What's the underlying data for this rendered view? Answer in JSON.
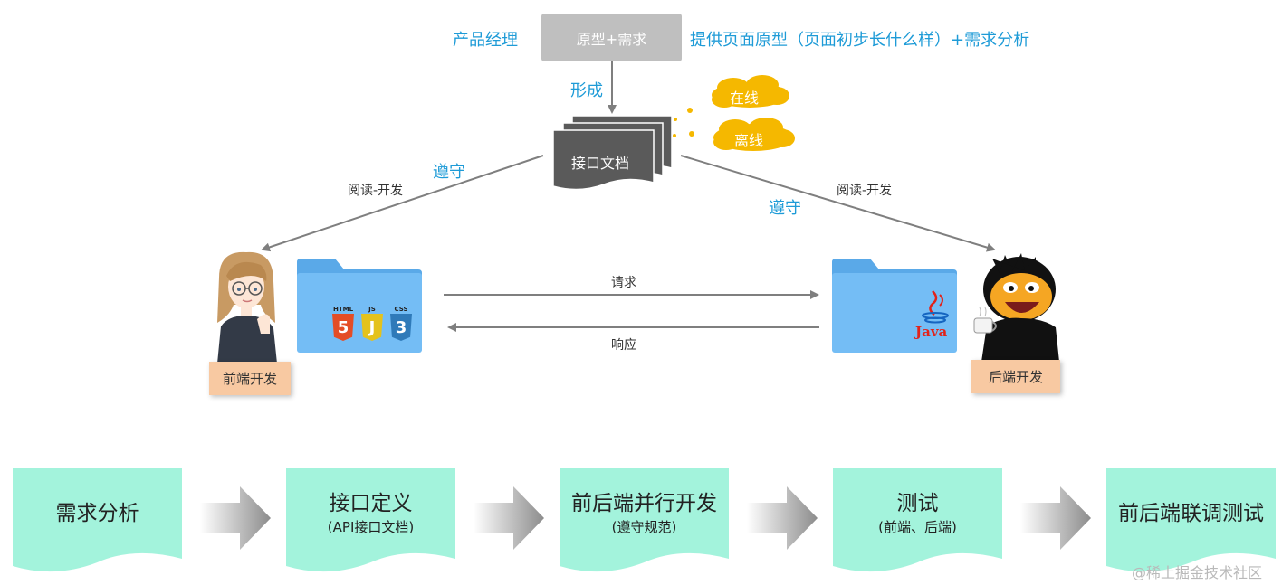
{
  "top": {
    "pm_label": "产品经理",
    "proto_box": "原型+需求",
    "proto_desc": "提供页面原型（页面初步长什么样）+需求分析",
    "form_label": "形成",
    "doc_label": "接口文档",
    "clouds": [
      "在线",
      "离线"
    ]
  },
  "left_link": {
    "follow": "遵守",
    "read_dev": "阅读-开发"
  },
  "right_link": {
    "follow": "遵守",
    "read_dev": "阅读-开发"
  },
  "frontend": {
    "role": "前端开发",
    "badges": [
      {
        "label": "HTML",
        "glyph": "5",
        "color": "#e44d26"
      },
      {
        "label": "JS",
        "glyph": "J",
        "color": "#e4c21b"
      },
      {
        "label": "CSS",
        "glyph": "3",
        "color": "#2f7ab9"
      }
    ]
  },
  "backend": {
    "role": "后端开发",
    "logo_text": "Java"
  },
  "exchange": {
    "request": "请求",
    "response": "响应"
  },
  "flow": [
    {
      "main": "需求分析",
      "sub": ""
    },
    {
      "main": "接口定义",
      "sub": "(API接口文档)"
    },
    {
      "main": "前后端并行开发",
      "sub": "(遵守规范)"
    },
    {
      "main": "测试",
      "sub": "(前端、后端)"
    },
    {
      "main": "前后端联调测试",
      "sub": ""
    }
  ],
  "colors": {
    "accent_blue": "#1e9bd7",
    "cloud": "#f5b800",
    "flow_fill": "#a3f3dc",
    "folder": "#6bb8f2",
    "role_label": "#f8c9a2"
  },
  "watermark": "@稀土掘金技术社区"
}
